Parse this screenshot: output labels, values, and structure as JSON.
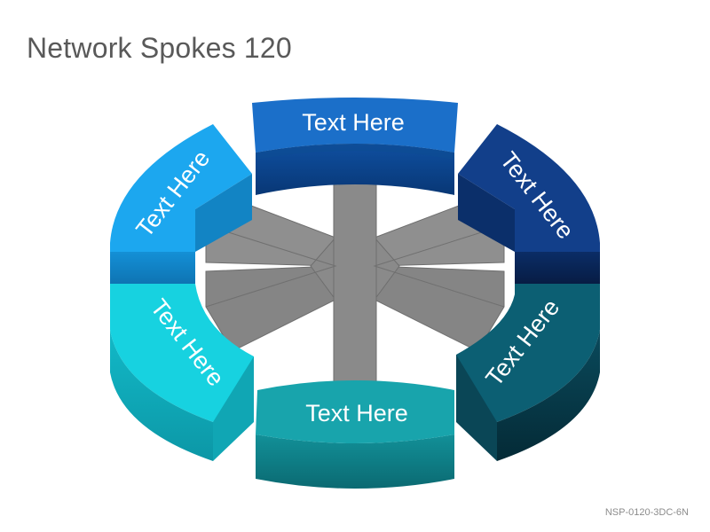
{
  "title": "Network Spokes 120",
  "code": "NSP-0120-3DC-6N",
  "colors": {
    "hub": "#8a8a8a",
    "top": "#1b6fc9",
    "top_right": "#123f8a",
    "bottom_right": "#0c5f73",
    "bottom": "#18a4ac",
    "bottom_left": "#17d2e0",
    "top_left": "#1ca7ef"
  },
  "segments": [
    {
      "id": "top",
      "label": "Text Here"
    },
    {
      "id": "top-right",
      "label": "Text Here"
    },
    {
      "id": "bottom-right",
      "label": "Text Here"
    },
    {
      "id": "bottom",
      "label": "Text Here"
    },
    {
      "id": "bottom-left",
      "label": "Text Here"
    },
    {
      "id": "top-left",
      "label": "Text Here"
    }
  ]
}
